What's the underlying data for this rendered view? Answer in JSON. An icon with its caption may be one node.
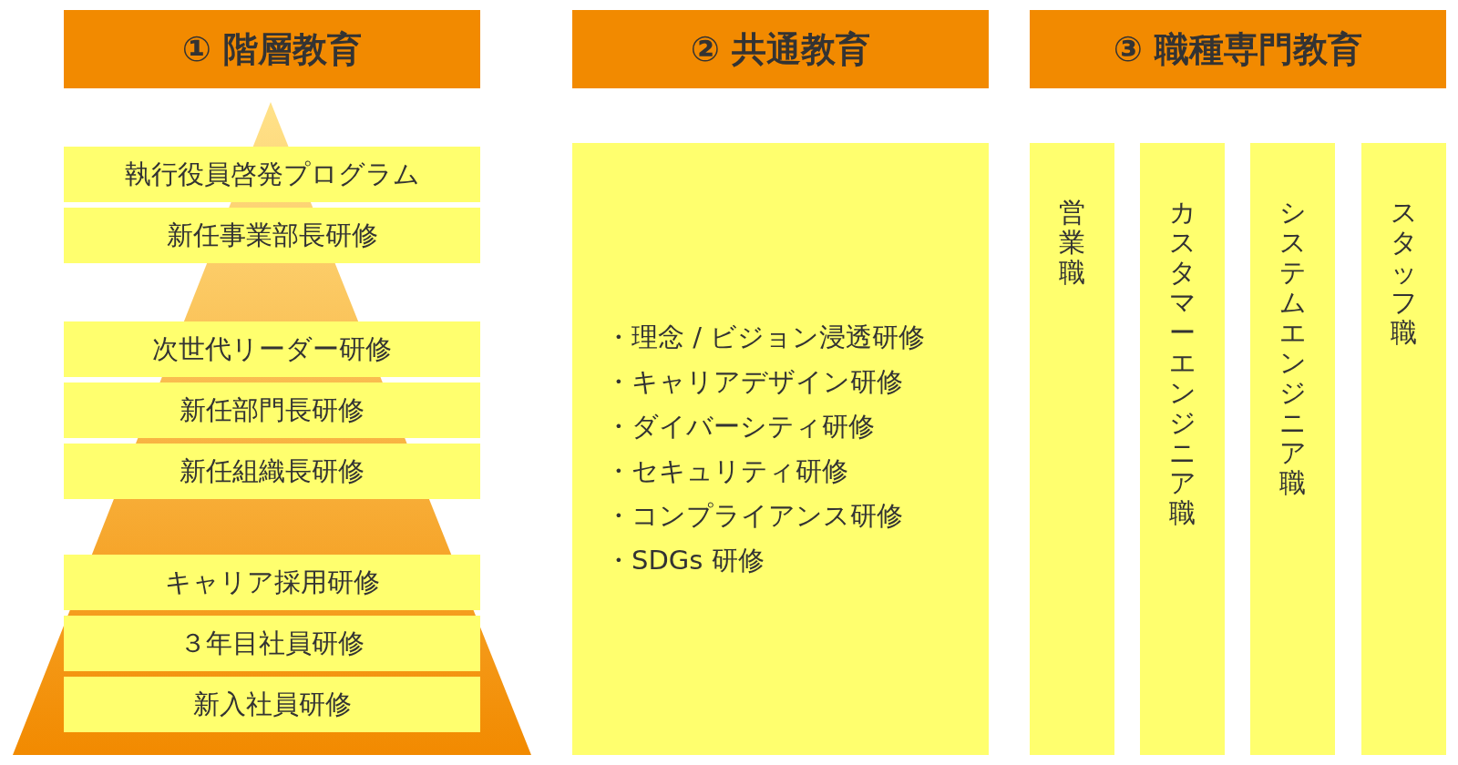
{
  "diagram": {
    "nodes": [
      {
        "text": [
          "① 階層教育"
        ]
      },
      {
        "text": [
          "執行役員啓発プログラム"
        ]
      },
      {
        "text": [
          "新任事業部長研修"
        ]
      },
      {
        "text": [
          "次世代リーダー研修"
        ]
      },
      {
        "text": [
          "新任部門長研修"
        ]
      },
      {
        "text": [
          "新任組織長研修"
        ]
      },
      {
        "text": [
          "キャリア採用研修"
        ]
      },
      {
        "text": [
          "３年目社員研修"
        ]
      },
      {
        "text": [
          "新入社員研修"
        ]
      },
      {
        "text": [
          "② 共通教育"
        ]
      },
      {
        "text": [
          "・理念 / ビジョン浸透研修",
          "・キャリアデザイン研修",
          "・ダイバーシティ研修",
          "・セキュリティ研修",
          "・コンプライアンス研修",
          "・SDGs 研修"
        ]
      },
      {
        "text": [
          "③ 職種専門教育"
        ]
      },
      {
        "text": [
          "営業職"
        ]
      },
      {
        "text": [
          "カスタマーエンジニア職"
        ]
      },
      {
        "text": [
          "システムエンジニア職"
        ]
      },
      {
        "text": [
          "スタッフ職"
        ]
      }
    ],
    "edges": []
  }
}
